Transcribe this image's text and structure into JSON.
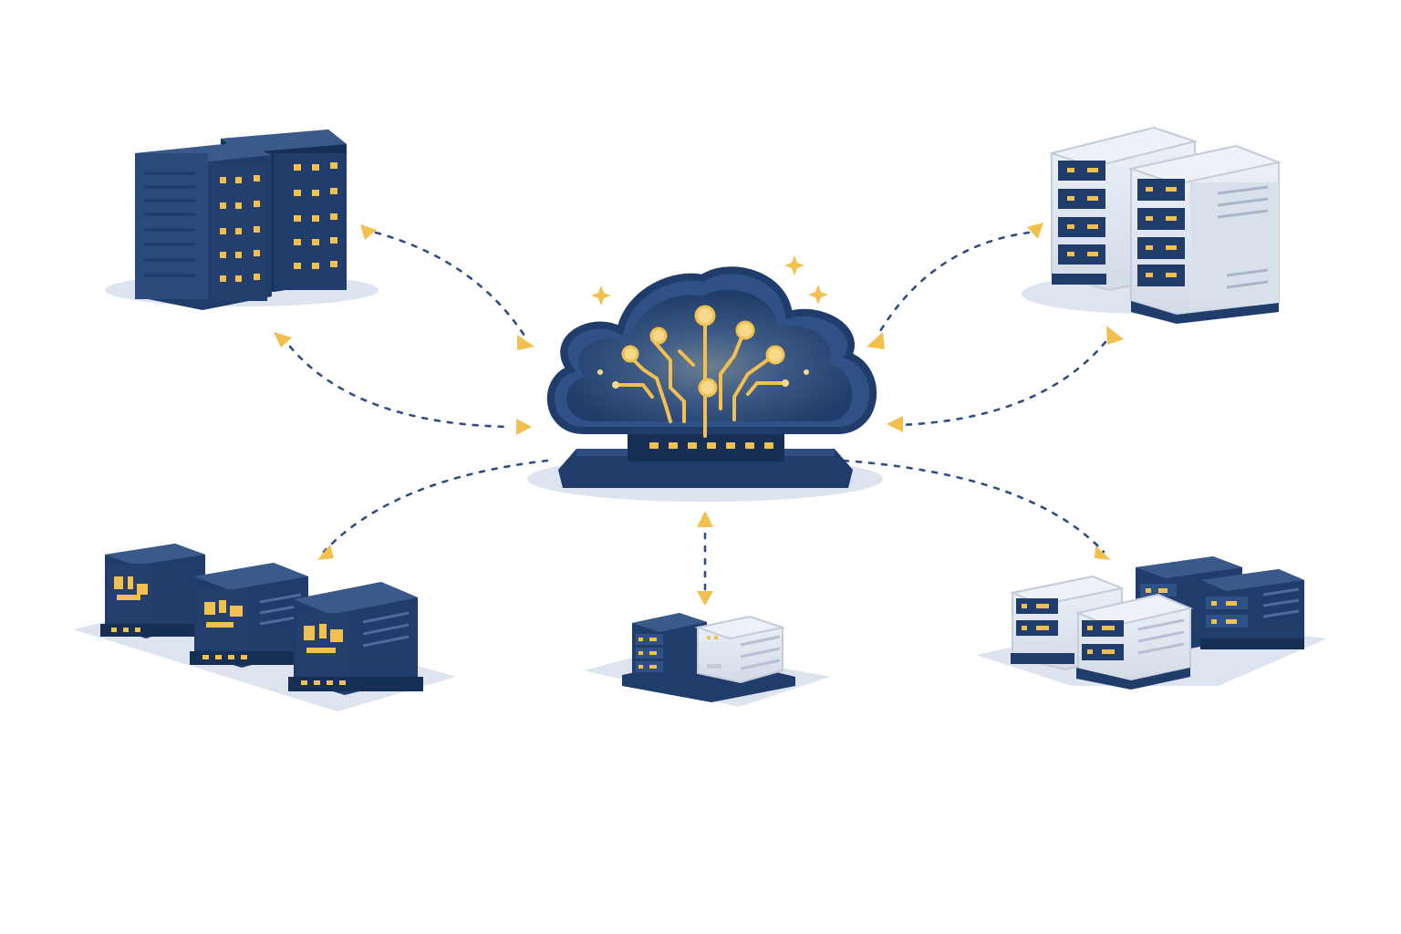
{
  "colors": {
    "navy": "#1f3c6b",
    "navy_dark": "#182f55",
    "navy_mid": "#2f4f84",
    "gold": "#f1c04f",
    "gold_light": "#f6d98a",
    "light_gray": "#dfe5ef",
    "light_gray_dark": "#c3ccdb",
    "shadow": "#dde4f0",
    "background": "#ffffff"
  },
  "icons": {
    "hub": "cloud-circuit-icon",
    "server": "server-rack-icon",
    "sparkle": "sparkle-icon",
    "arrow": "arrowhead-icon"
  },
  "hub": {
    "name": "cloud-hub"
  },
  "clusters": [
    {
      "name": "cluster-top-left",
      "style": "dark-tower-racks"
    },
    {
      "name": "cluster-top-right",
      "style": "light-tower-racks"
    },
    {
      "name": "cluster-bottom-left",
      "style": "dark-cube-servers"
    },
    {
      "name": "cluster-bottom-center",
      "style": "mixed-small-servers"
    },
    {
      "name": "cluster-bottom-right",
      "style": "mixed-cube-servers"
    }
  ],
  "connections": [
    {
      "name": "link-hub-top-left-in",
      "direction": "to-hub"
    },
    {
      "name": "link-hub-top-left-out",
      "direction": "both"
    },
    {
      "name": "link-hub-top-right-in",
      "direction": "to-hub"
    },
    {
      "name": "link-hub-top-right-out",
      "direction": "both"
    },
    {
      "name": "link-hub-bottom-left",
      "direction": "to-cluster"
    },
    {
      "name": "link-hub-bottom-center",
      "direction": "both"
    },
    {
      "name": "link-hub-bottom-right",
      "direction": "to-cluster"
    }
  ]
}
